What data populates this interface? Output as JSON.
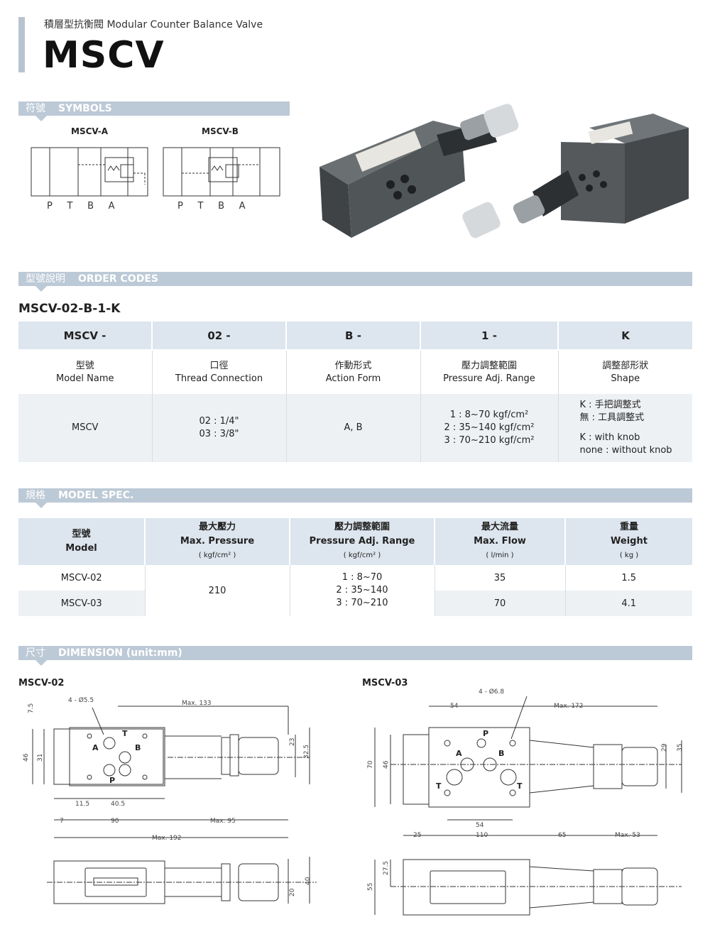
{
  "header": {
    "subtitle": "積層型抗衡閥  Modular Counter Balance Valve",
    "title": "MSCV"
  },
  "sections": {
    "symbols": {
      "cn": "符號",
      "en": "SYMBOLS"
    },
    "order": {
      "cn": "型號說明",
      "en": "ORDER CODES"
    },
    "spec": {
      "cn": "規格",
      "en": "MODEL SPEC."
    },
    "dimension": {
      "cn": "尺寸",
      "en": "DIMENSION (unit:mm)"
    }
  },
  "symbols": {
    "a_label": "MSCV-A",
    "b_label": "MSCV-B",
    "a_ports": "P     T     B     A",
    "b_ports": "P     T     B     A"
  },
  "order": {
    "code": "MSCV-02-B-1-K",
    "headers": [
      "MSCV -",
      "02 -",
      "B -",
      "1 -",
      "K"
    ],
    "row1": [
      [
        "型號",
        "Model Name"
      ],
      [
        "口徑",
        "Thread Connection"
      ],
      [
        "作動形式",
        "Action Form"
      ],
      [
        "壓力調整範圍",
        "Pressure Adj. Range"
      ],
      [
        "調整部形狀",
        "Shape"
      ]
    ],
    "row2": {
      "model": "MSCV",
      "thread": [
        "02 : 1/4\"",
        "03 : 3/8\""
      ],
      "action": "A, B",
      "pressure": [
        "1 : 8~70 kgf/cm²",
        "2 : 35~140 kgf/cm²",
        "3 : 70~210 kgf/cm²"
      ],
      "shape": [
        "K : 手把調整式",
        "無 : 工具調整式",
        "K : with knob",
        "none : without knob"
      ]
    }
  },
  "spec": {
    "headers": [
      {
        "cn": "型號",
        "en": "Model",
        "unit": ""
      },
      {
        "cn": "最大壓力",
        "en": "Max. Pressure",
        "unit": "( kgf/cm² )"
      },
      {
        "cn": "壓力調整範圍",
        "en": "Pressure Adj. Range",
        "unit": "( kgf/cm² )"
      },
      {
        "cn": "最大流量",
        "en": "Max. Flow",
        "unit": "( l/min )"
      },
      {
        "cn": "重量",
        "en": "Weight",
        "unit": "( kg )"
      }
    ],
    "rows": [
      {
        "model": "MSCV-02",
        "flow": "35",
        "weight": "1.5"
      },
      {
        "model": "MSCV-03",
        "flow": "70",
        "weight": "4.1"
      }
    ],
    "max_pressure": "210",
    "ranges": [
      "1 : 8~70",
      "2 : 35~140",
      "3 : 70~210"
    ]
  },
  "dimension": {
    "m02": {
      "label": "MSCV-02",
      "holes": "4 - Ø5.5",
      "max133": "Max. 133",
      "d7_5": "7.5",
      "d46": "46",
      "d31": "31",
      "d23": "23",
      "d32_5": "32.5",
      "d11_5": "11.5",
      "d40_5": "40.5",
      "d7": "7",
      "d90": "90",
      "max95": "Max. 95",
      "max192": "Max. 192",
      "d20": "20",
      "d40": "40",
      "pA": "A",
      "pB": "B",
      "pT": "T",
      "pP": "P"
    },
    "m03": {
      "label": "MSCV-03",
      "holes": "4 - Ø6.8",
      "d54a": "54",
      "max172": "Max. 172",
      "d29": "29",
      "d35": "35",
      "d70": "70",
      "d46": "46",
      "d54b": "54",
      "d25": "25",
      "d110": "110",
      "d65": "65",
      "max53": "Max. 53",
      "d55": "55",
      "d27_5": "27.5",
      "pA": "A",
      "pB": "B",
      "pT1": "T",
      "pT2": "T",
      "pP": "P"
    }
  }
}
